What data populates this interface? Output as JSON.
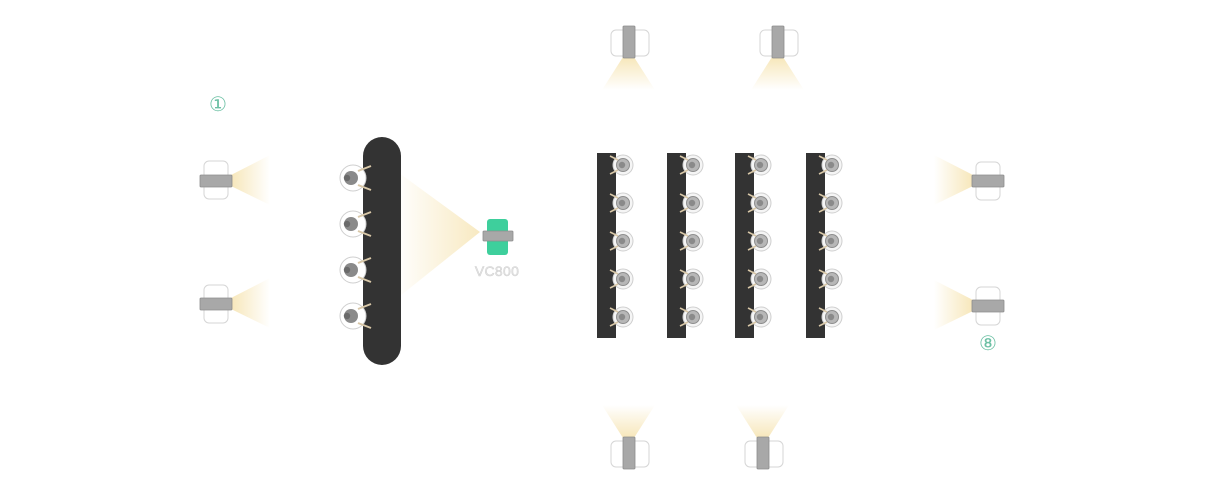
{
  "labels": {
    "camera_start": "①",
    "camera_end": "⑧",
    "center_device": "VC800"
  },
  "colors": {
    "label": "#6cc0a4",
    "center_device": "#3ecf9c",
    "table": "#333333",
    "light": "#f5dfa0"
  },
  "layout_counts": {
    "table_rows": 4,
    "chairs_per_row": 5,
    "front_table_seats": 4
  }
}
